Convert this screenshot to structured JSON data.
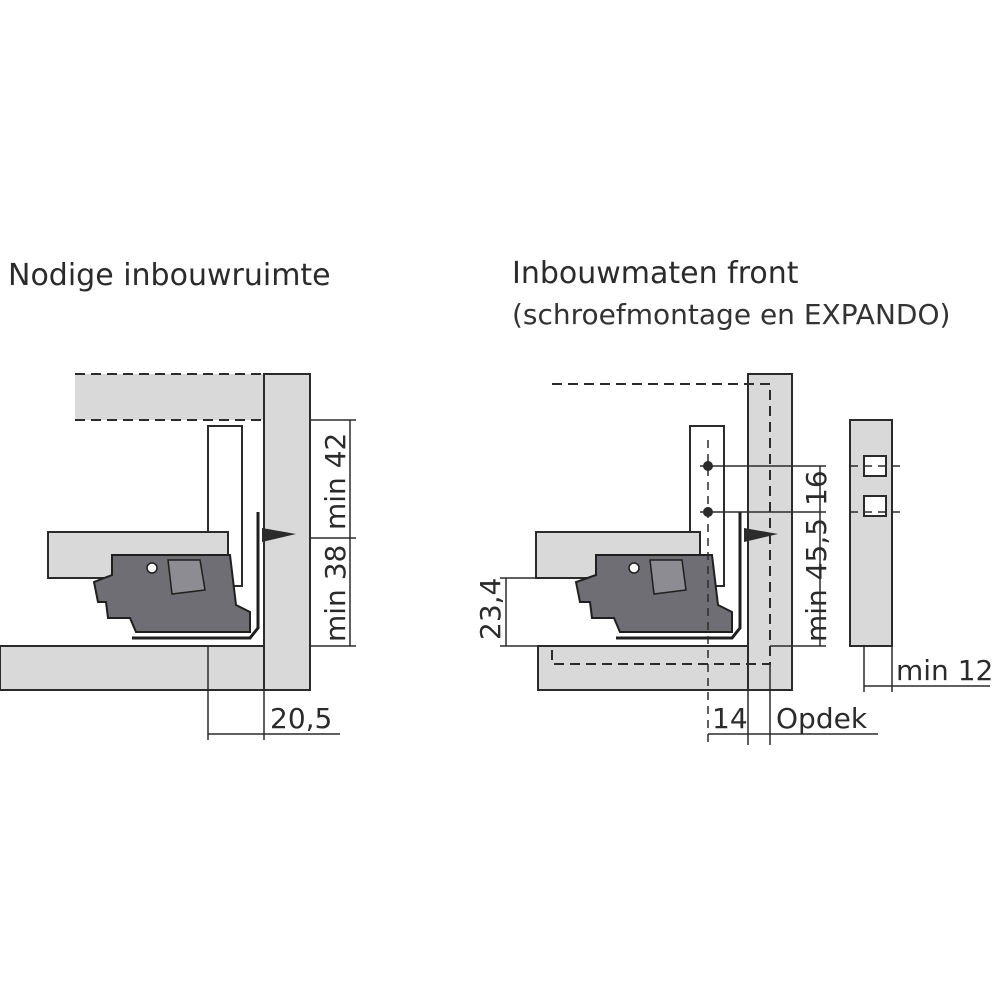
{
  "left": {
    "title": "Nodige inbouwruimte",
    "dims": {
      "min_42": "min 42",
      "min_38": "min 38",
      "width_20_5": "20,5"
    }
  },
  "right": {
    "title": "Inbouwmaten front",
    "subtitle": "(schroefmontage en EXPANDO)",
    "dims": {
      "d16": "16",
      "min_45_5": "min 45,5",
      "d23_4": "23,4",
      "d14": "14",
      "opdek": "Opdek",
      "min_12": "min 12"
    }
  },
  "colors": {
    "panel": "#d9d9d9",
    "runner": "#6e6e74",
    "line": "#2b2b2b"
  }
}
